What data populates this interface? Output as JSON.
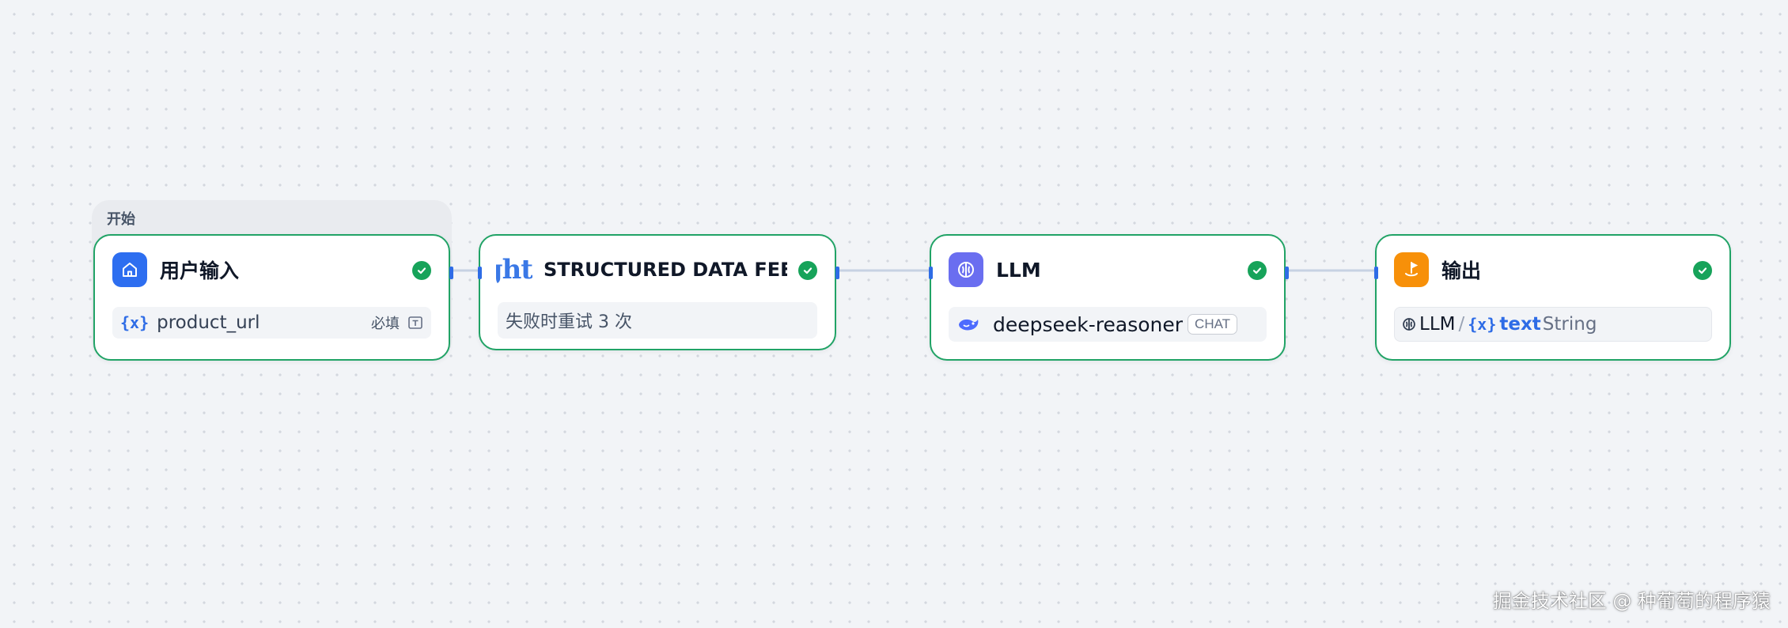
{
  "group": {
    "label": "开始"
  },
  "nodes": {
    "start": {
      "title": "用户输入",
      "variable": {
        "icon": "{x}",
        "name": "product_url",
        "required_label": "必填"
      }
    },
    "tool": {
      "icon_text": "ght",
      "title": "STRUCTURED DATA FEEDS",
      "detail": "失败时重试 3 次"
    },
    "llm": {
      "title": "LLM",
      "model": "deepseek-reasoner",
      "badge": "CHAT"
    },
    "output": {
      "title": "输出",
      "source_node": "LLM",
      "separator": "/",
      "var_icon": "{x}",
      "var_name": "text",
      "var_type": "String"
    }
  },
  "colors": {
    "success": "#17a35a",
    "node_border": "#21a366",
    "start_icon_bg": "#2d6ef0",
    "llm_icon_bg": "#6a6ef0",
    "output_icon_bg": "#f79009",
    "accent": "#2e6ce6"
  },
  "watermark": "掘金技术社区 @ 种葡萄的程序猿"
}
